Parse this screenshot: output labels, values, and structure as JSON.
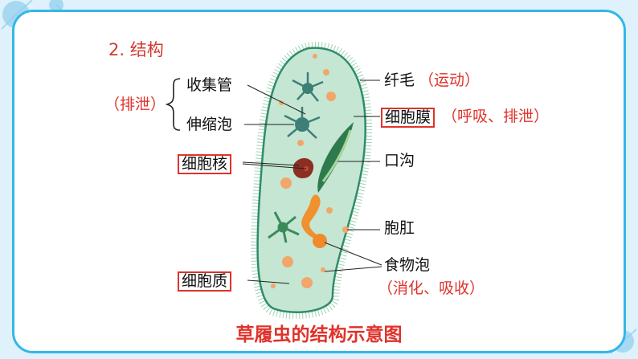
{
  "heading": "2. 结构",
  "labels": {
    "collecting_tube": "收集管",
    "contractile_vacuole": "伸缩泡",
    "excretion_group": "（排泄）",
    "nucleus": "细胞核",
    "cytoplasm": "细胞质",
    "cilia": "纤毛",
    "cilia_function": "（运动）",
    "membrane": "细胞膜",
    "membrane_function": "（呼吸、排泄）",
    "oral_groove": "口沟",
    "anal_pore": "胞肛",
    "food_vacuole": "食物泡",
    "food_vacuole_function": "（消化、吸收）"
  },
  "caption": "草履虫的结构示意图",
  "colors": {
    "accent_red": "#e0322b",
    "frame_blue": "#33b7e6",
    "cell_green": "#bfe3cf"
  }
}
